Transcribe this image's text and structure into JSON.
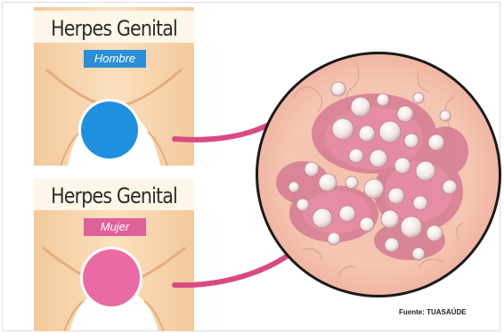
{
  "panels": {
    "male": {
      "title": "Herpes Genital",
      "label": "Hombre",
      "color": "#2a8fd6"
    },
    "female": {
      "title": "Herpes Genital",
      "label": "Mujer",
      "color": "#e0609a"
    }
  },
  "source": "Fuente: TUASAÚDE",
  "colors": {
    "skin": "#f6d2a9",
    "skin_shadow": "#e9b888",
    "arrow": "#d94a83",
    "zoom_background": "#f2b8a8",
    "lesion": "#c85f86",
    "blister": "#f4ece8"
  }
}
